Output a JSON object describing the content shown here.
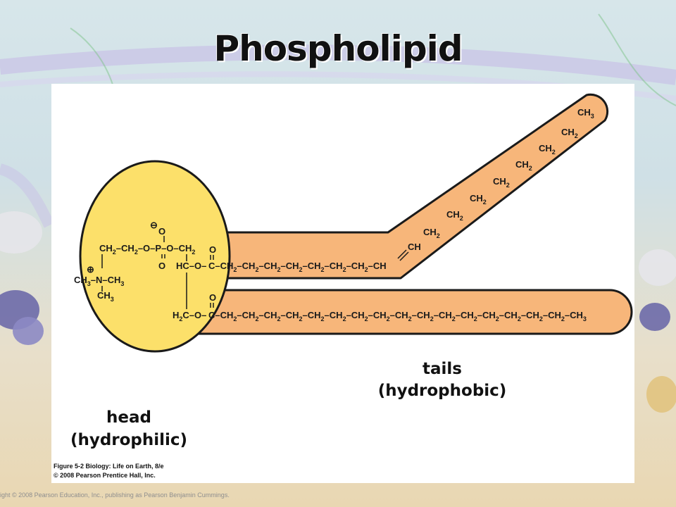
{
  "title": "Phospholipid",
  "labels": {
    "tails_line1": "tails",
    "tails_line2": "(hydrophobic)",
    "head_line1": "head",
    "head_line2": "(hydrophilic)"
  },
  "figure_credit": {
    "line1": "Figure 5-2  Biology: Life on Earth, 8/e",
    "line2": "© 2008 Pearson Prentice Hall, Inc."
  },
  "footer_text": "ight © 2008 Pearson Education, Inc., publishing as Pearson Benjamin Cummings.",
  "colors": {
    "head_fill": "#fce06a",
    "tail_fill": "#f7b67a",
    "outline": "#1a1a1a"
  }
}
